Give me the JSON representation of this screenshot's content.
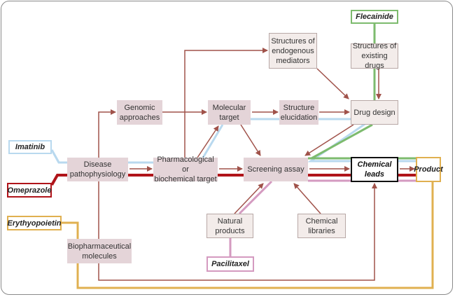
{
  "title": "Drug discovery approaches",
  "colors": {
    "process": "#a0524a",
    "imatinib": "#b9d9ef",
    "omeprazole": "#b0141a",
    "flecainide": "#7dbb6e",
    "pacilitaxel": "#d49ac0",
    "erythyopoietin": "#e0b050"
  },
  "nodes": {
    "genomic": [
      "Genomic",
      "approaches"
    ],
    "molecular": [
      "Molecular",
      "target"
    ],
    "elucidation": [
      "Structure",
      "elucidation"
    ],
    "drug_design": [
      "Drug design"
    ],
    "endogenous": [
      "Structures of",
      "endogenous",
      "mediators"
    ],
    "existing": [
      "Structures of",
      "existing drugs"
    ],
    "disease": [
      "Disease",
      "pathophysiology"
    ],
    "pharmacological": [
      "Pharmacological or",
      "biochemical target"
    ],
    "screening": [
      "Screening assay"
    ],
    "leads": [
      "Chemical",
      "leads"
    ],
    "product": [
      "Product"
    ],
    "natural": [
      "Natural",
      "products"
    ],
    "libraries": [
      "Chemical",
      "libraries"
    ],
    "biopharma": [
      "Biopharmaceutical",
      "molecules"
    ]
  },
  "drugs": {
    "flecainide": "Flecainide",
    "imatinib": "Imatinib",
    "omeprazole": "Omeprazole",
    "erythyopoietin": "Erythyopoietin",
    "pacilitaxel": "Pacilitaxel"
  }
}
